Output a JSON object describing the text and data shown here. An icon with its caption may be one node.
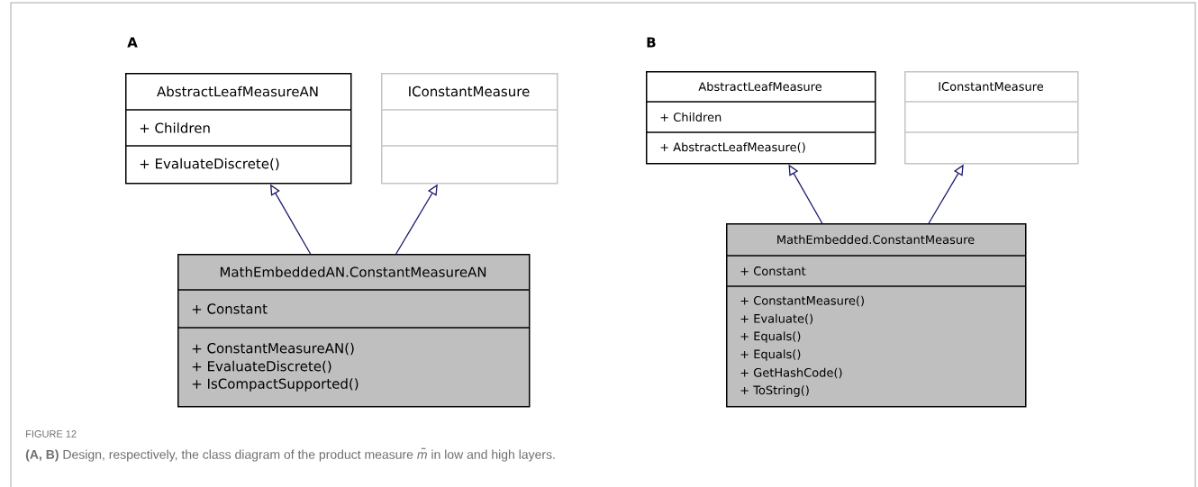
{
  "diagram": {
    "caption": "**(A, B)** Design, respectively, the class diagram of the product measure *m̃* in low and high layers.",
    "nodes": [
      {
        "text": [
          "AbstractLeafMeasureAN",
          "+ Children",
          "+ EvaluateDiscrete()"
        ]
      },
      {
        "text": [
          "IConstantMeasure"
        ]
      },
      {
        "text": [
          "MathEmbeddedAN.ConstantMeasureAN",
          "+ Constant",
          "+ ConstantMeasureAN()",
          "+ EvaluateDiscrete()",
          "+ IsCompactSupported()"
        ]
      },
      {
        "text": [
          "AbstractLeafMeasure",
          "+ Children",
          "+ AbstractLeafMeasure()"
        ]
      },
      {
        "text": [
          "IConstantMeasure"
        ]
      },
      {
        "text": [
          "MathEmbedded.ConstantMeasure",
          "+ Constant",
          "+ ConstantMeasure()",
          "+ Evaluate()",
          "+ Equals()",
          "+ Equals()",
          "+ GetHashCode()",
          "+ ToString()"
        ]
      }
    ],
    "edges": [
      {
        "from": 2,
        "to": 0,
        "arrow": "to"
      },
      {
        "from": 2,
        "to": 1,
        "arrow": "to"
      },
      {
        "from": 5,
        "to": 3,
        "arrow": "to"
      },
      {
        "from": 5,
        "to": 4,
        "arrow": "to"
      }
    ],
    "labels": [
      "A",
      "B",
      "FIGURE 12"
    ]
  }
}
